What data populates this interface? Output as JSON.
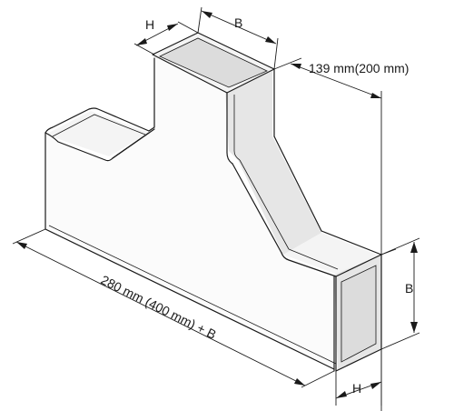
{
  "labels": {
    "h_top": "H",
    "b_top": "B",
    "height": "139 mm(200 mm)",
    "length": "280 mm (400 mm) + B",
    "b_right": "B",
    "h_bottom": "H"
  }
}
